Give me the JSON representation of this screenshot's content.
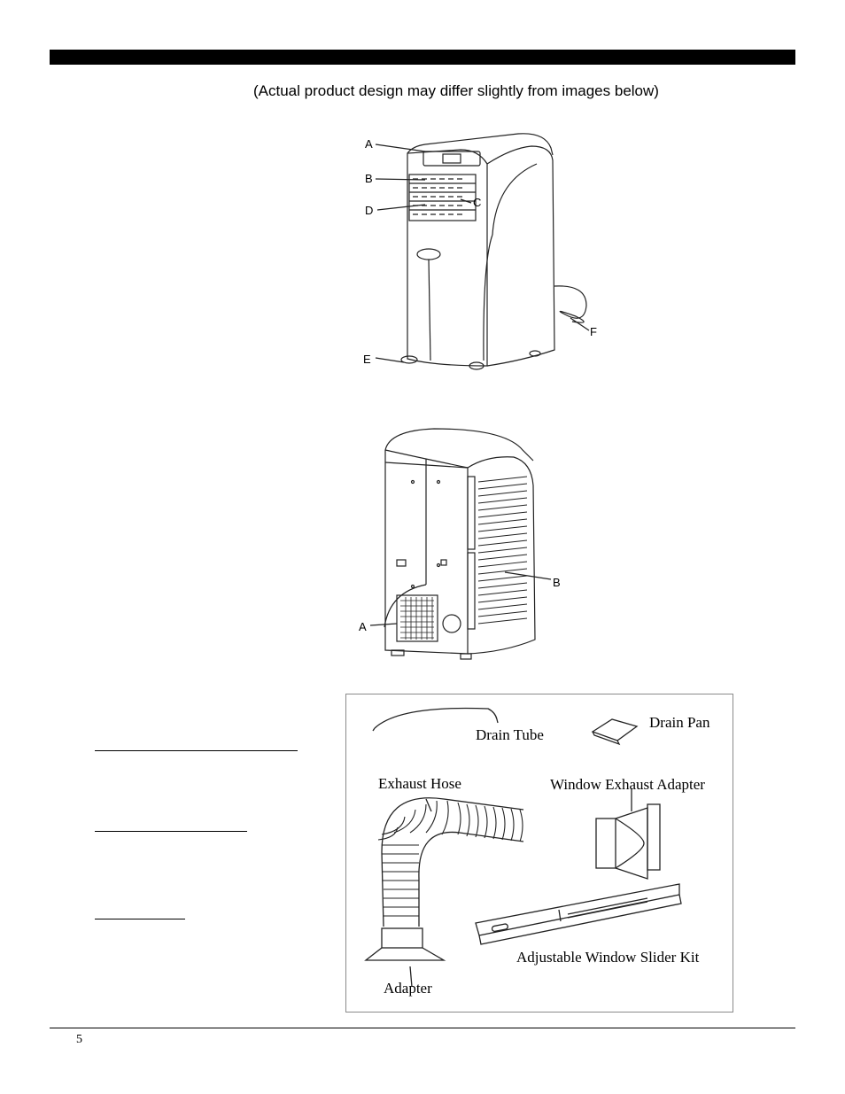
{
  "note": "(Actual product design may differ slightly from images below)",
  "front_labels": {
    "a": "A",
    "b": "B",
    "c": "C",
    "d": "D",
    "e": "E",
    "f": "F"
  },
  "rear_labels": {
    "a": "A",
    "b": "B"
  },
  "accessories": {
    "drain_tube": "Drain Tube",
    "drain_pan": "Drain Pan",
    "exhaust_hose": "Exhaust Hose",
    "window_exhaust_adapter": "Window Exhaust Adapter",
    "adapter": "Adapter",
    "slider_kit": "Adjustable Window Slider Kit"
  },
  "page_number": "5"
}
